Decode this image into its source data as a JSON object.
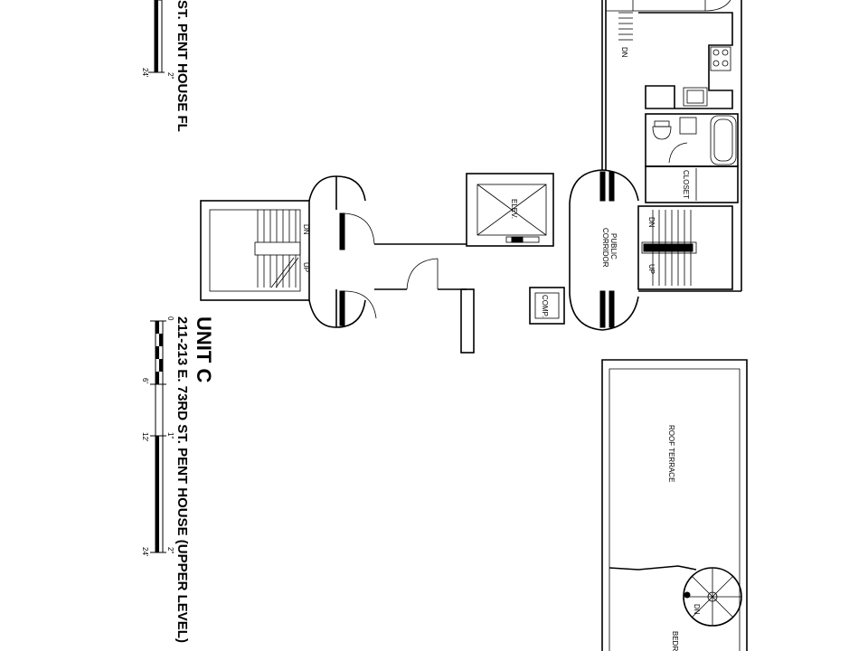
{
  "title_block": {
    "unit": "UNIT C",
    "address_upper": "211-213 E. 73RD ST. PENT HOUSE (UPPER LEVEL)",
    "address_lower_partial": "ST. PENT HOUSE FL"
  },
  "scale_bar": {
    "ticks": [
      "0",
      "6'",
      "12'",
      "24'"
    ],
    "ratio": [
      "1\"",
      "2\""
    ],
    "partial_ticks": [
      "2\"",
      "24'"
    ]
  },
  "rooms": {
    "public_corridor": [
      "PUBLIC",
      "CORRIDOR"
    ],
    "elevator": "ELEV.",
    "compactor": "COMP.",
    "closet": "CLOSET",
    "roof_terrace": "ROOF TERRACE",
    "bedroom_partial": "BEDR"
  },
  "stair_labels": {
    "dn": "DN",
    "up": "UP"
  }
}
